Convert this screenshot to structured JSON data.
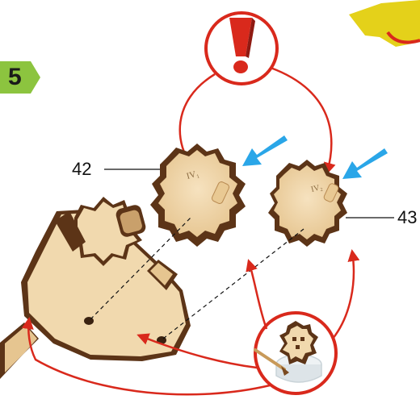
{
  "step": {
    "number": "5"
  },
  "parts": [
    {
      "id": "42",
      "label": "42"
    },
    {
      "id": "43",
      "label": "43"
    }
  ],
  "gear_markings": {
    "left": "IV₁",
    "right": "IV₂"
  },
  "icons": [
    "exclamation-warning-icon",
    "blue-arrow-icon",
    "glue-pot-icon",
    "yellow-part-hint-icon"
  ],
  "colors": {
    "step_badge": "#8cc43f",
    "arrows": "#d9291c",
    "warning": "#d9291c",
    "wood_light": "#f1d9ae",
    "wood_dark": "#5c3417",
    "hint_arrow": "#2aa6e8",
    "corner_part": "#e5d21a"
  }
}
